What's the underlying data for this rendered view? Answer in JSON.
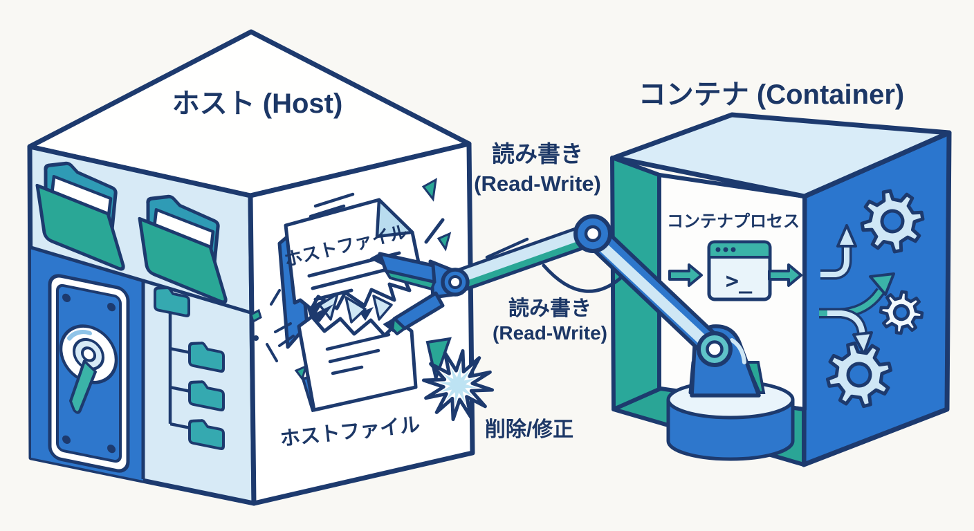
{
  "diagram": {
    "host": {
      "title": "ホスト (Host)",
      "document_title": "ホストファイル",
      "caption": "ホストファイル"
    },
    "container": {
      "title": "コンテナ (Container)",
      "process_label": "コンテナプロセス",
      "terminal_prompt": ">_"
    },
    "connections": {
      "read_write_top_jp": "読み書き",
      "read_write_top_en": "(Read-Write)",
      "read_write_mid_jp": "読み書き",
      "read_write_mid_en": "(Read-Write)",
      "delete_modify": "削除/修正"
    },
    "icons": {
      "folder-open-icon": "open folder with paper (drawn shape)",
      "hdd-icon": "hard disk drive with platter and actuator (drawn shape)",
      "folder-tree-icon": "directory tree of folders (drawn shape)",
      "torn-document-icon": "shattered paper sheet (drawn shape)",
      "burst-icon": "impact starburst ✳ (drawn shape)",
      "robot-arm-icon": "robotic arm with claw (drawn shape)",
      "terminal-icon": "terminal window with prompt (drawn shape)",
      "gear-icon": "gear ⚙ (drawn shape)",
      "flow-arrows-icon": "branching curved arrows (drawn shape)",
      "arrow-right-icon": "right arrow ➜ (drawn shape)"
    },
    "colors": {
      "outline": "#1d3a6e",
      "text": "#1c3766",
      "blue": "#2e77cc",
      "teal": "#2aa796",
      "teal_back": "#2f9bb5",
      "teal_floor": "#2aa596",
      "light_blue_face": "#d7eaf6",
      "pale_blue": "#cfe7f6",
      "container_top": "#d9ecf8",
      "paper": "#ffffff",
      "background": "#f9f8f4"
    }
  }
}
